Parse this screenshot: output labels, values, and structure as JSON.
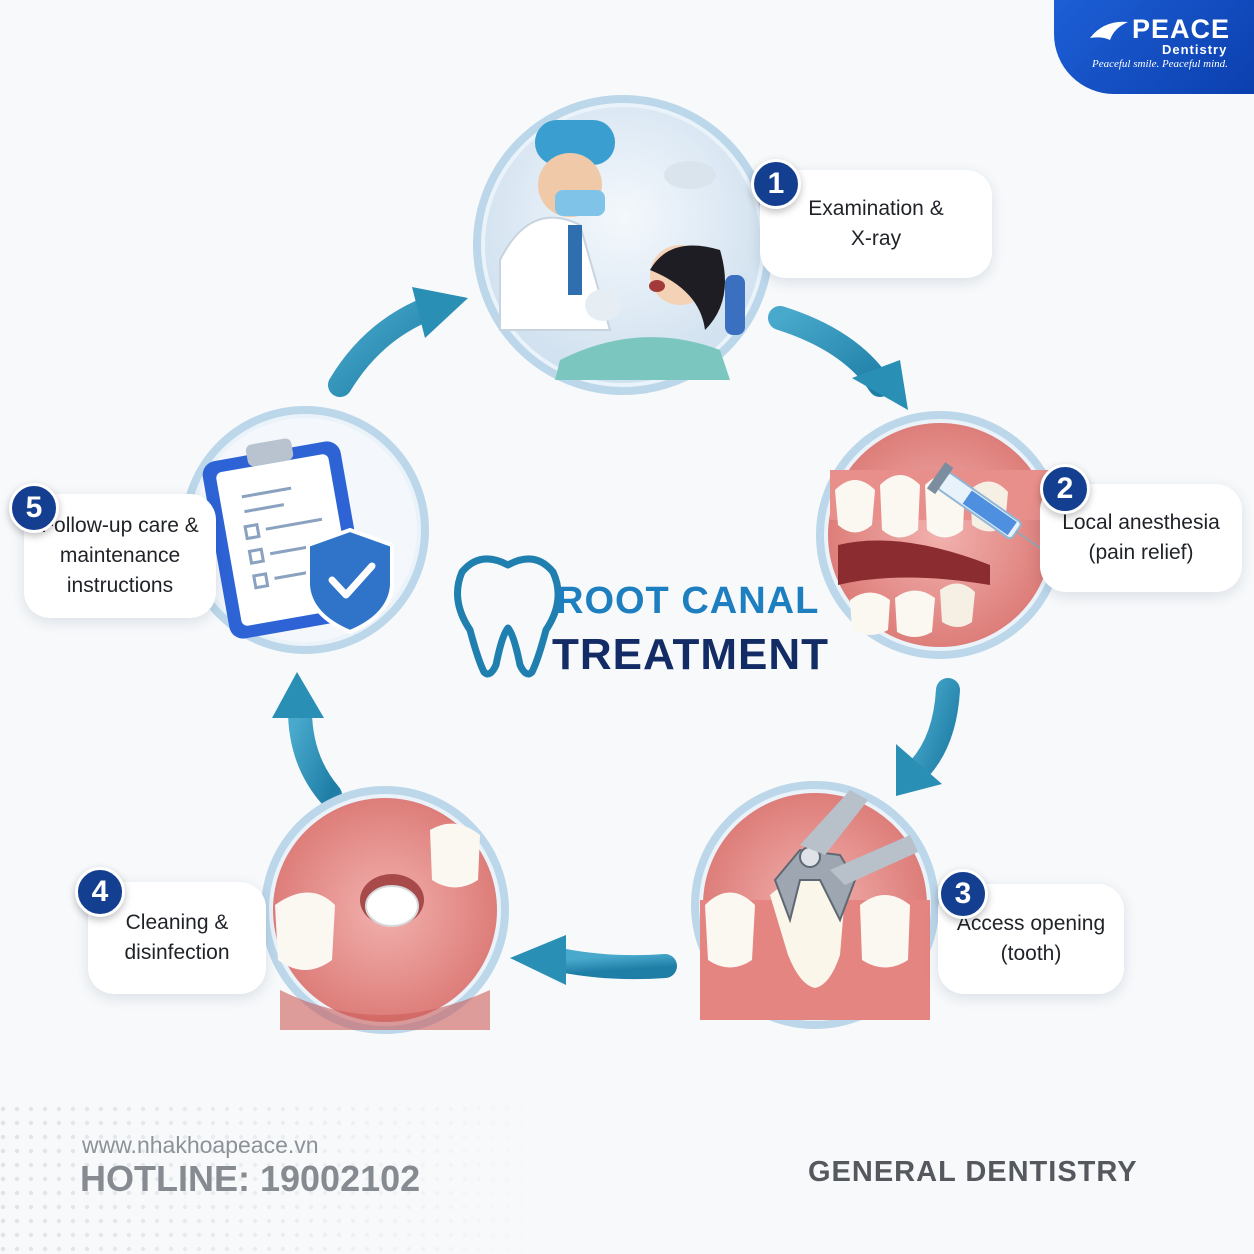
{
  "brand": {
    "name": "PEACE",
    "sub": "Dentistry",
    "tagline": "Peaceful smile. Peaceful mind."
  },
  "title": {
    "line1": "ROOT CANAL",
    "line2": "TREATMENT"
  },
  "steps": [
    {
      "number": "1",
      "label": "Examination &\nX-ray",
      "illustration": "dentist-examining-patient"
    },
    {
      "number": "2",
      "label": "Local anesthesia\n(pain relief)",
      "illustration": "anesthesia-syringe-gums"
    },
    {
      "number": "3",
      "label": "Access opening\n(tooth)",
      "illustration": "dental-forceps-tooth"
    },
    {
      "number": "4",
      "label": "Cleaning &\ndisinfection",
      "illustration": "filled-tooth-socket"
    },
    {
      "number": "5",
      "label": "Follow-up care &\nmaintenance\ninstructions",
      "illustration": "clipboard-shield-checklist"
    }
  ],
  "footer": {
    "website": "www.nhakhoapeace.vn",
    "hotline": "HOTLINE: 19002102",
    "category": "GENERAL DENTISTRY"
  },
  "colors": {
    "badge": "#143e8f",
    "arrow": "#2a8fb5",
    "title_accent": "#1d7fbf",
    "title_dark": "#142c66",
    "logo_bg": "#1d5fd6"
  }
}
